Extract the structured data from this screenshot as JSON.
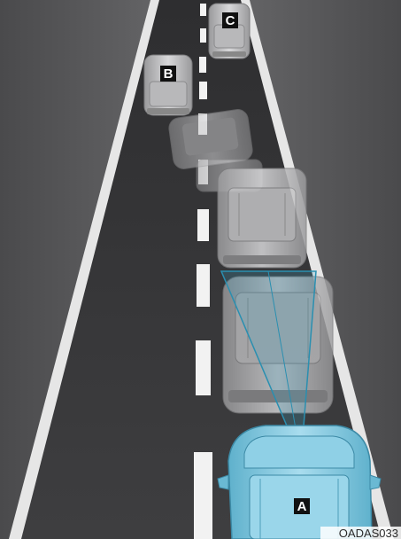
{
  "labels": {
    "vehicle_a": "A",
    "vehicle_b": "B",
    "vehicle_c": "C"
  },
  "figure_code": "OADAS033",
  "colors": {
    "own_vehicle": "#7cc7e0",
    "sensor_beam": "#2a8fb0",
    "road": "#3a3a3c",
    "background": "#5c5c5e",
    "lane_marking": "#f2f2f2"
  }
}
